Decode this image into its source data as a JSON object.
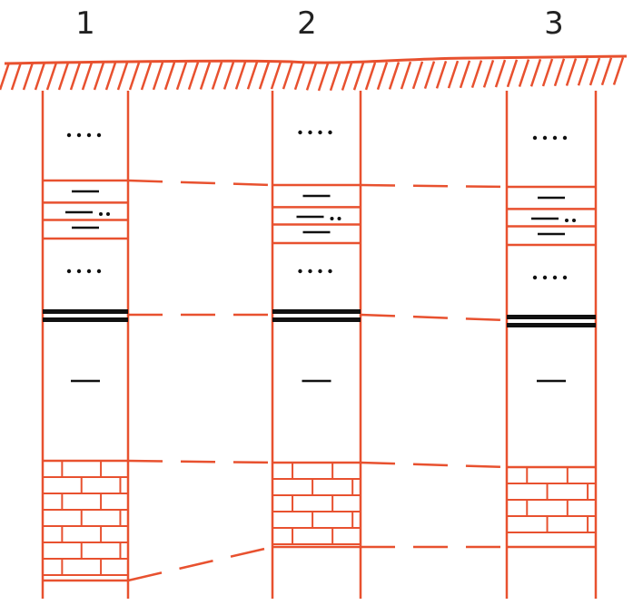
{
  "columns": [
    {
      "label": "1"
    },
    {
      "label": "2"
    },
    {
      "label": "3"
    }
  ],
  "colors": {
    "line": "#e8512f",
    "mark": "#111111",
    "text": "#222222"
  }
}
